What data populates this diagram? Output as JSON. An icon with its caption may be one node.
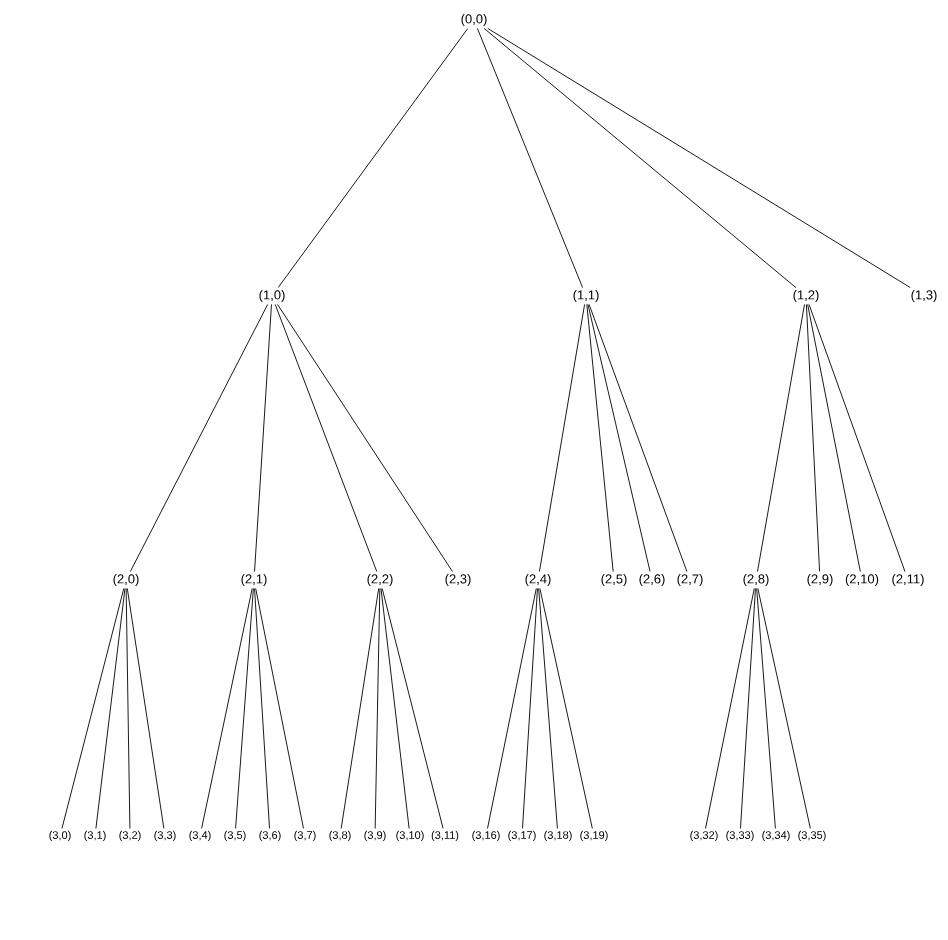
{
  "diagram": {
    "nodes": [
      {
        "text": [
          "(0,0)"
        ]
      },
      {
        "text": [
          "(1,0)"
        ]
      },
      {
        "text": [
          "(1,1)"
        ]
      },
      {
        "text": [
          "(1,2)"
        ]
      },
      {
        "text": [
          "(1,3)"
        ]
      },
      {
        "text": [
          "(2,0)"
        ]
      },
      {
        "text": [
          "(2,1)"
        ]
      },
      {
        "text": [
          "(2,2)"
        ]
      },
      {
        "text": [
          "(2,3)"
        ]
      },
      {
        "text": [
          "(2,4)"
        ]
      },
      {
        "text": [
          "(2,5)"
        ]
      },
      {
        "text": [
          "(2,6)"
        ]
      },
      {
        "text": [
          "(2,7)"
        ]
      },
      {
        "text": [
          "(2,8)"
        ]
      },
      {
        "text": [
          "(2,9)"
        ]
      },
      {
        "text": [
          "(2,10)"
        ]
      },
      {
        "text": [
          "(2,11)"
        ]
      },
      {
        "text": [
          "(3,0)"
        ]
      },
      {
        "text": [
          "(3,1)"
        ]
      },
      {
        "text": [
          "(3,2)"
        ]
      },
      {
        "text": [
          "(3,3)"
        ]
      },
      {
        "text": [
          "(3,4)"
        ]
      },
      {
        "text": [
          "(3,5)"
        ]
      },
      {
        "text": [
          "(3,6)"
        ]
      },
      {
        "text": [
          "(3,7)"
        ]
      },
      {
        "text": [
          "(3,8)"
        ]
      },
      {
        "text": [
          "(3,9)"
        ]
      },
      {
        "text": [
          "(3,10)"
        ]
      },
      {
        "text": [
          "(3,11)"
        ]
      },
      {
        "text": [
          "(3,16)"
        ]
      },
      {
        "text": [
          "(3,17)"
        ]
      },
      {
        "text": [
          "(3,18)"
        ]
      },
      {
        "text": [
          "(3,19)"
        ]
      },
      {
        "text": [
          "(3,32)"
        ]
      },
      {
        "text": [
          "(3,33)"
        ]
      },
      {
        "text": [
          "(3,34)"
        ]
      },
      {
        "text": [
          "(3,35)"
        ]
      }
    ],
    "edges": [
      {
        "from": 0,
        "to": 1,
        "arrow": "none"
      },
      {
        "from": 0,
        "to": 2,
        "arrow": "none"
      },
      {
        "from": 0,
        "to": 3,
        "arrow": "none"
      },
      {
        "from": 0,
        "to": 4,
        "arrow": "none"
      },
      {
        "from": 1,
        "to": 5,
        "arrow": "none"
      },
      {
        "from": 1,
        "to": 6,
        "arrow": "none"
      },
      {
        "from": 1,
        "to": 7,
        "arrow": "none"
      },
      {
        "from": 1,
        "to": 8,
        "arrow": "none"
      },
      {
        "from": 2,
        "to": 9,
        "arrow": "none"
      },
      {
        "from": 2,
        "to": 10,
        "arrow": "none"
      },
      {
        "from": 2,
        "to": 11,
        "arrow": "none"
      },
      {
        "from": 2,
        "to": 12,
        "arrow": "none"
      },
      {
        "from": 3,
        "to": 13,
        "arrow": "none"
      },
      {
        "from": 3,
        "to": 14,
        "arrow": "none"
      },
      {
        "from": 3,
        "to": 15,
        "arrow": "none"
      },
      {
        "from": 3,
        "to": 16,
        "arrow": "none"
      },
      {
        "from": 5,
        "to": 17,
        "arrow": "none"
      },
      {
        "from": 5,
        "to": 18,
        "arrow": "none"
      },
      {
        "from": 5,
        "to": 19,
        "arrow": "none"
      },
      {
        "from": 5,
        "to": 20,
        "arrow": "none"
      },
      {
        "from": 6,
        "to": 21,
        "arrow": "none"
      },
      {
        "from": 6,
        "to": 22,
        "arrow": "none"
      },
      {
        "from": 6,
        "to": 23,
        "arrow": "none"
      },
      {
        "from": 6,
        "to": 24,
        "arrow": "none"
      },
      {
        "from": 7,
        "to": 25,
        "arrow": "none"
      },
      {
        "from": 7,
        "to": 26,
        "arrow": "none"
      },
      {
        "from": 7,
        "to": 27,
        "arrow": "none"
      },
      {
        "from": 7,
        "to": 28,
        "arrow": "none"
      },
      {
        "from": 9,
        "to": 29,
        "arrow": "none"
      },
      {
        "from": 9,
        "to": 30,
        "arrow": "none"
      },
      {
        "from": 9,
        "to": 31,
        "arrow": "none"
      },
      {
        "from": 9,
        "to": 32,
        "arrow": "none"
      },
      {
        "from": 13,
        "to": 33,
        "arrow": "none"
      },
      {
        "from": 13,
        "to": 34,
        "arrow": "none"
      },
      {
        "from": 13,
        "to": 35,
        "arrow": "none"
      },
      {
        "from": 13,
        "to": 36,
        "arrow": "none"
      }
    ]
  }
}
